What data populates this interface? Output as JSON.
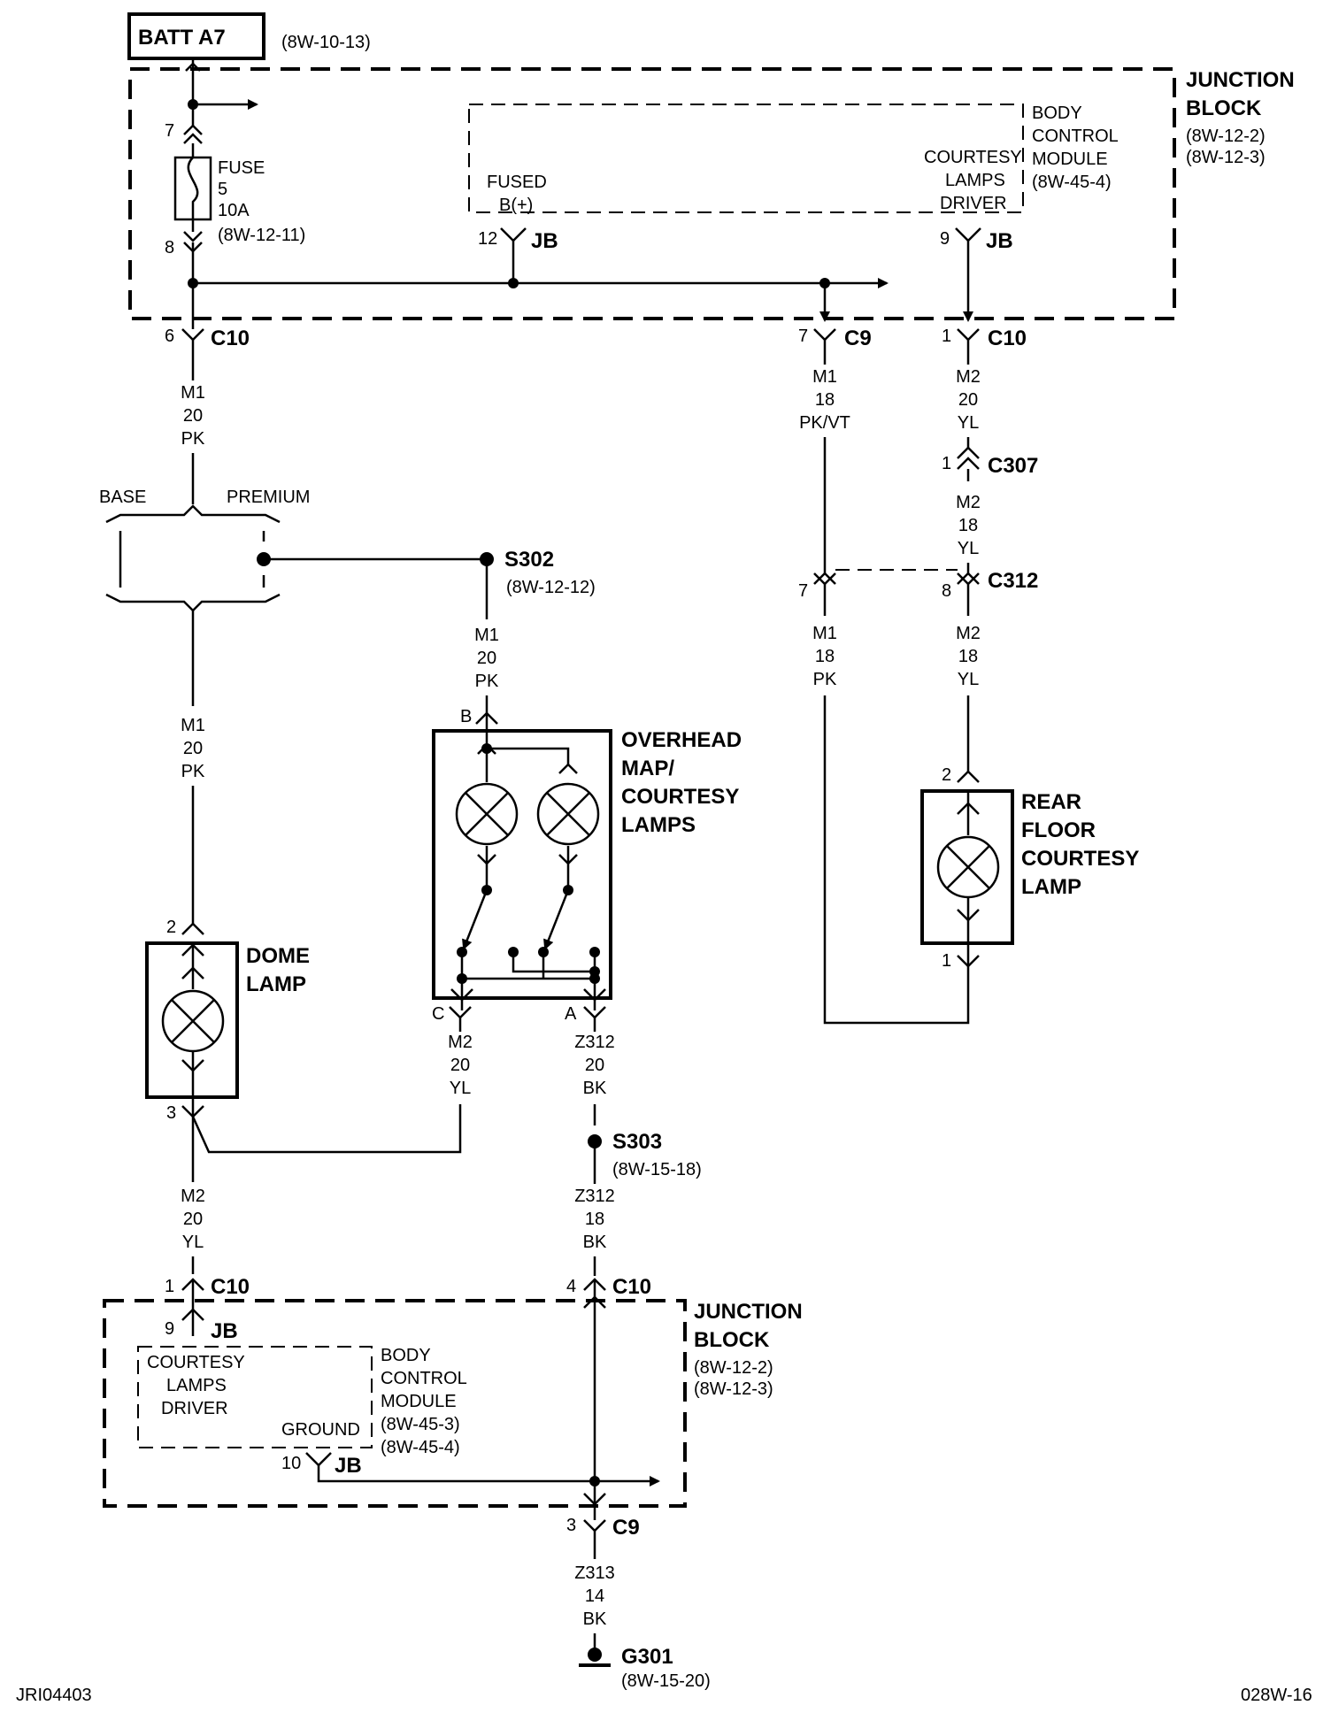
{
  "header": {
    "batt": "BATT A7",
    "batt_ref": "(8W-10-13)"
  },
  "top_junction_block": {
    "title_1": "JUNCTION",
    "title_2": "BLOCK",
    "ref_1": "(8W-12-2)",
    "ref_2": "(8W-12-3)",
    "fuse": {
      "label": "FUSE",
      "number": "5",
      "rating": "10A",
      "ref": "(8W-12-11)",
      "pin_in": "7",
      "pin_out": "8"
    },
    "bcm": {
      "name_1": "BODY",
      "name_2": "CONTROL",
      "name_3": "MODULE",
      "ref": "(8W-45-4)",
      "fused_1": "FUSED",
      "fused_2": "B(+)",
      "fused_pin": "12",
      "fused_conn": "JB",
      "driver_1": "COURTESY",
      "driver_2": "LAMPS",
      "driver_3": "DRIVER",
      "driver_pin": "9",
      "driver_conn": "JB"
    }
  },
  "connectors": {
    "c10_top_left": {
      "pin": "6",
      "name": "C10"
    },
    "c9_top": {
      "pin": "7",
      "name": "C9"
    },
    "c10_top_right": {
      "pin": "1",
      "name": "C10"
    },
    "c307": {
      "pin": "1",
      "name": "C307"
    },
    "c312_left_pin": "7",
    "c312": {
      "pin": "8",
      "name": "C312"
    },
    "c10_bottom_left": {
      "pin": "1",
      "name": "C10"
    },
    "c10_bottom_right": {
      "pin": "4",
      "name": "C10"
    },
    "c9_bottom": {
      "pin": "3",
      "name": "C9"
    }
  },
  "wires": {
    "w_m1_top_left": [
      "M1",
      "20",
      "PK"
    ],
    "w_m1_c9": [
      "M1",
      "18",
      "PK/VT"
    ],
    "w_m2_c10": [
      "M2",
      "20",
      "YL"
    ],
    "w_m2_c307": [
      "M2",
      "18",
      "YL"
    ],
    "w_m1_s302": [
      "M1",
      "20",
      "PK"
    ],
    "w_m1_dome": [
      "M1",
      "20",
      "PK"
    ],
    "w_m1_c312": [
      "M1",
      "18",
      "PK"
    ],
    "w_m2_c312": [
      "M2",
      "18",
      "YL"
    ],
    "w_m2_overhead": [
      "M2",
      "20",
      "YL"
    ],
    "w_z312_overhead": [
      "Z312",
      "20",
      "BK"
    ],
    "w_m2_dome": [
      "M2",
      "20",
      "YL"
    ],
    "w_z312_s303": [
      "Z312",
      "18",
      "BK"
    ],
    "w_z313": [
      "Z313",
      "14",
      "BK"
    ]
  },
  "options": {
    "base": "BASE",
    "premium": "PREMIUM"
  },
  "splices": {
    "s302": {
      "name": "S302",
      "ref": "(8W-12-12)"
    },
    "s303": {
      "name": "S303",
      "ref": "(8W-15-18)"
    }
  },
  "components": {
    "overhead": {
      "line_1": "OVERHEAD",
      "line_2": "MAP/",
      "line_3": "COURTESY",
      "line_4": "LAMPS",
      "pin_b": "B",
      "pin_c": "C",
      "pin_a": "A"
    },
    "dome": {
      "line_1": "DOME",
      "line_2": "LAMP",
      "pin_top": "2",
      "pin_bottom": "3"
    },
    "rear": {
      "line_1": "REAR",
      "line_2": "FLOOR",
      "line_3": "COURTESY",
      "line_4": "LAMP",
      "pin_top": "2",
      "pin_bottom": "1"
    }
  },
  "bottom_junction_block": {
    "title_1": "JUNCTION",
    "title_2": "BLOCK",
    "ref_1": "(8W-12-2)",
    "ref_2": "(8W-12-3)",
    "bcm": {
      "name_1": "BODY",
      "name_2": "CONTROL",
      "name_3": "MODULE",
      "ref_1": "(8W-45-3)",
      "ref_2": "(8W-45-4)",
      "driver_1": "COURTESY",
      "driver_2": "LAMPS",
      "driver_3": "DRIVER",
      "driver_pin": "9",
      "driver_conn": "JB",
      "ground": "GROUND",
      "ground_pin": "10",
      "ground_conn": "JB"
    }
  },
  "ground": {
    "name": "G301",
    "ref": "(8W-15-20)"
  },
  "footer": {
    "left": "JRI04403",
    "right": "028W-16"
  }
}
